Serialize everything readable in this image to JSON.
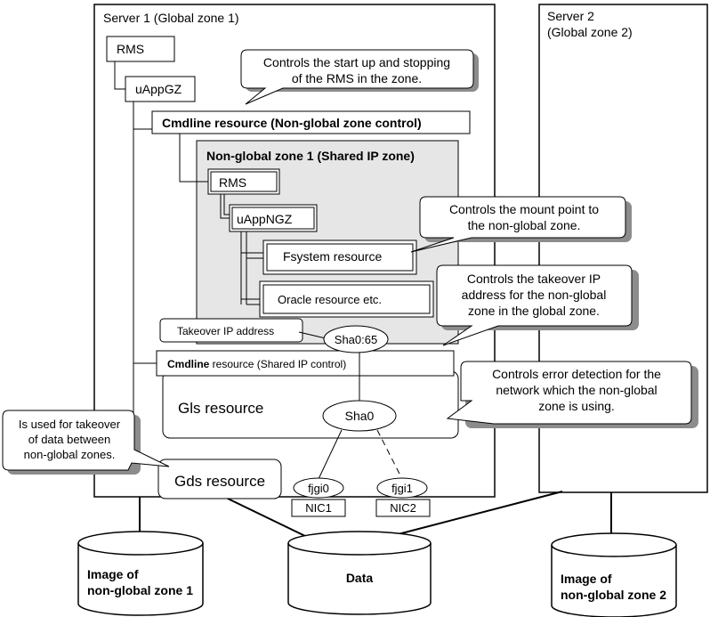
{
  "servers": {
    "server1_title": "Server 1 (Global zone 1)",
    "server2_title_line1": "Server 2",
    "server2_title_line2": "(Global zone 2)"
  },
  "gz_stack": {
    "rms": "RMS",
    "uappgz": "uAppGZ",
    "cmdline_ngz_control": "Cmdline resource (Non-global zone control)"
  },
  "non_global_zone": {
    "title": "Non-global zone 1 (Shared IP zone)",
    "rms": "RMS",
    "uappngz": "uAppNGZ",
    "fsystem": "Fsystem resource",
    "oracle": "Oracle resource etc."
  },
  "network": {
    "takeover_ip_label": "Takeover IP address",
    "sha065": "Sha0:65",
    "cmdline_shared_ip_prefix": "Cmdline",
    "cmdline_shared_ip_suffix": " resource (Shared  IP control)",
    "gls_resource": "Gls resource",
    "sha0": "Sha0",
    "fjgi0": "fjgi0",
    "fjgi1": "fjgi1",
    "nic1": "NIC1",
    "nic2": "NIC2",
    "gds_resource": "Gds resource"
  },
  "callouts": {
    "rms_control": [
      "Controls the start up and stopping",
      "of the RMS in the zone."
    ],
    "mount_point": [
      "Controls the mount point to",
      "the non-global zone."
    ],
    "takeover_ip": [
      "Controls the takeover IP",
      "address for the non-global",
      "zone in the global zone."
    ],
    "error_detection": [
      "Controls error detection for the",
      "network which the non-global",
      "zone is using."
    ],
    "data_takeover": [
      "Is used  for takeover",
      "of data between",
      "non-global zones."
    ]
  },
  "storage": {
    "image1": [
      "Image of",
      "non-global zone 1"
    ],
    "data": "Data",
    "image2": [
      "Image of",
      "non-global zone 2"
    ]
  }
}
